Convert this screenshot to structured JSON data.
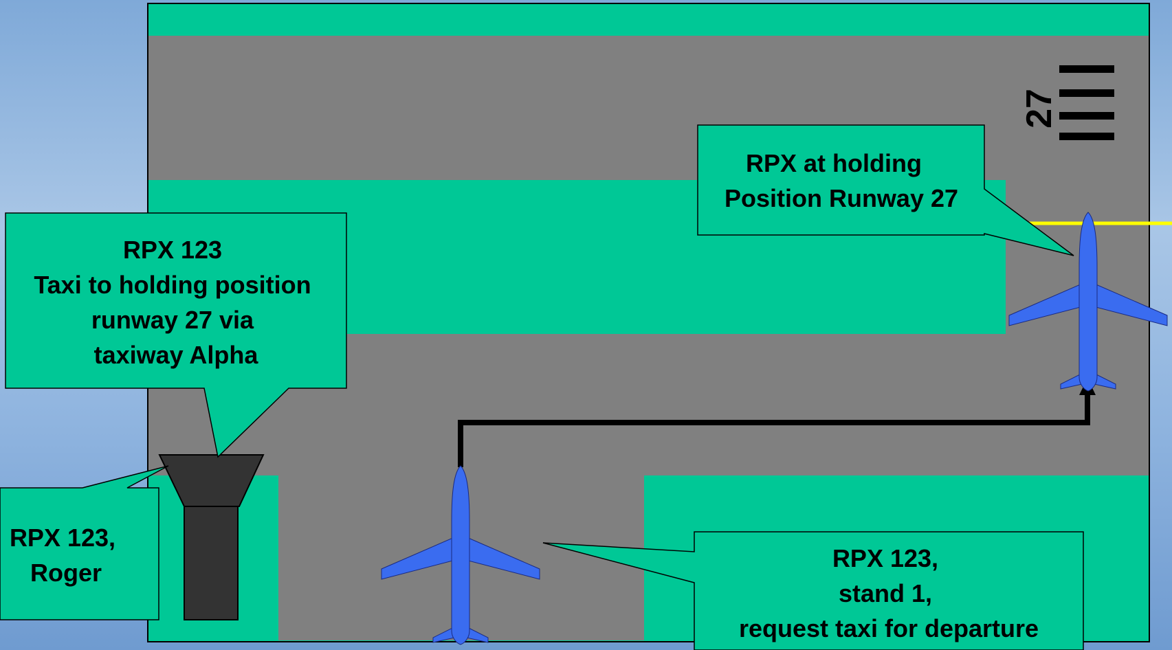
{
  "colors": {
    "grass": "#00c896",
    "tarmac": "#808080",
    "aircraft": "#3a6cf0",
    "tower": "#333333",
    "holding_line": "#ffff00",
    "route": "#000000"
  },
  "runway": {
    "designator": "27"
  },
  "callouts": {
    "tower_instruction": [
      "RPX 123",
      "Taxi to holding position",
      "runway 27 via",
      "taxiway Alpha"
    ],
    "pilot_roger": [
      "RPX 123,",
      "Roger"
    ],
    "pilot_holding": [
      "RPX at holding",
      "Position Runway 27"
    ],
    "pilot_request": [
      "RPX 123,",
      "stand 1,",
      "request taxi for departure"
    ]
  },
  "icons": {
    "tower": "control-tower-icon",
    "aircraft": "airplane-icon"
  }
}
